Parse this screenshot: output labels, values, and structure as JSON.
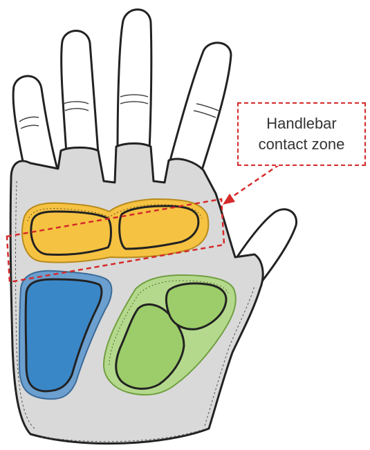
{
  "callout": {
    "line1": "Handlebar",
    "line2": "contact zone"
  },
  "colors": {
    "callout_red": "#d42a2a",
    "glove_fabric": "#d9d9d9",
    "skin": "#ffffff",
    "pad_yellow": "#f5c242",
    "pad_blue": "#3a87c8",
    "pad_green": "#9ccd6a",
    "outline": "#222222"
  },
  "icons": [
    "glove-palm-illustration",
    "handlebar-contact-zone-box",
    "pointer-arrow"
  ]
}
